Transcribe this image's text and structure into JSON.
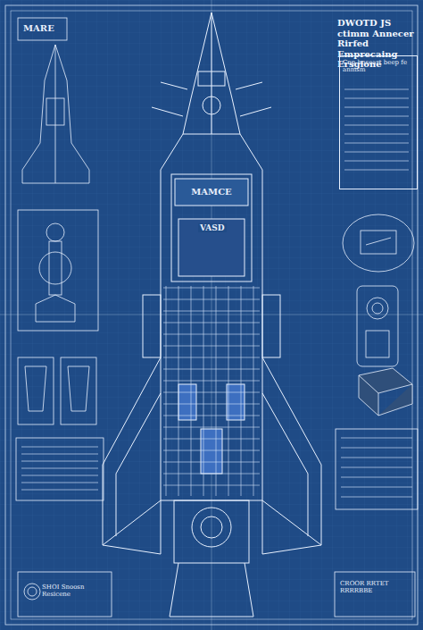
{
  "diagram": {
    "title": "DWOTD JS ctimm Annecer Rirfed Emprecaing Ersgione",
    "nodes": [
      {
        "text": [
          "Cnp bnseart beep fe anmsm"
        ]
      },
      {
        "text": [
          "SHOI Snoosn Resicene"
        ]
      },
      {
        "text": [
          "CROOR RRTET RRRRBBE"
        ]
      },
      {
        "text": [
          "MAMCE"
        ]
      }
    ],
    "labels": [
      "MARE",
      "VASD"
    ]
  }
}
